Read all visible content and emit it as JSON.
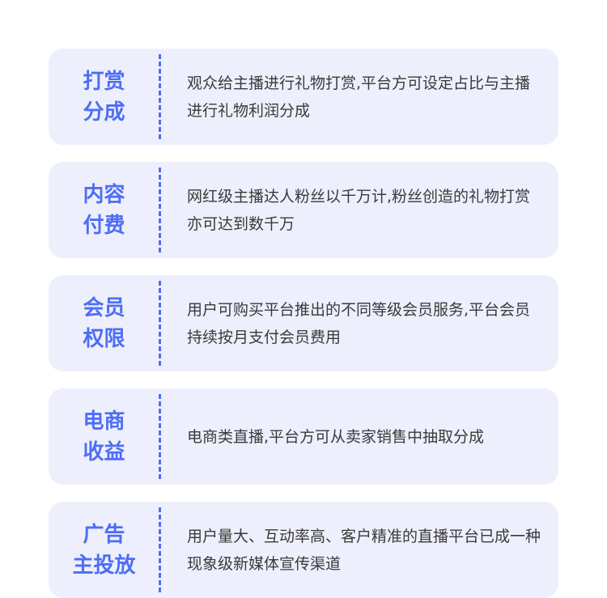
{
  "theme": {
    "accent": "#4d6ef5",
    "card_background": "#eeeffc",
    "text": "#3a3a3a"
  },
  "cards": [
    {
      "title_line1": "打赏",
      "title_line2": "分成",
      "description": "观众给主播进行礼物打赏,平台方可设定占比与主播进行礼物利润分成"
    },
    {
      "title_line1": "内容",
      "title_line2": "付费",
      "description": "网红级主播达人粉丝以千万计,粉丝创造的礼物打赏亦可达到数千万"
    },
    {
      "title_line1": "会员",
      "title_line2": "权限",
      "description": "用户可购买平台推出的不同等级会员服务,平台会员持续按月支付会员费用"
    },
    {
      "title_line1": "电商",
      "title_line2": "收益",
      "description": "电商类直播,平台方可从卖家销售中抽取分成"
    },
    {
      "title_line1": "广告",
      "title_line2": "主投放",
      "description": "用户量大、互动率高、客户精准的直播平台已成一种现象级新媒体宣传渠道"
    }
  ]
}
